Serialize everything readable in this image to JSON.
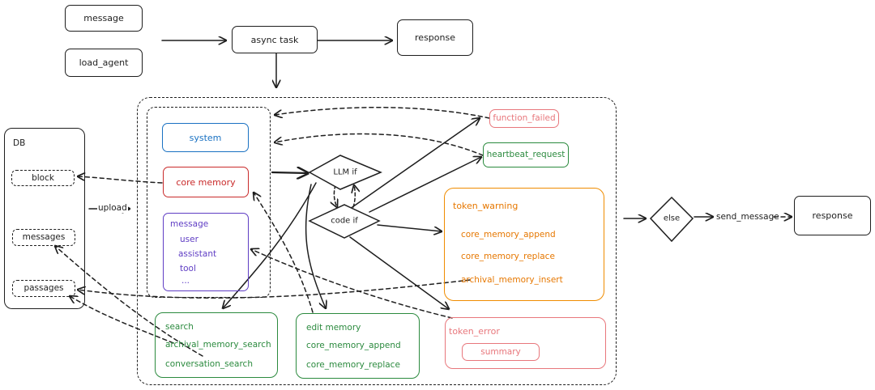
{
  "top": {
    "message": "message",
    "load_agent": "load_agent",
    "async_task": "async task",
    "response": "response"
  },
  "db": {
    "title": "DB",
    "block": "block",
    "messages": "messages",
    "passages": "passages",
    "upload": "upload"
  },
  "context": {
    "system": "system",
    "core_memory": "core memory",
    "message_title": "message",
    "message_items": [
      "user",
      "assistant",
      "tool",
      "..."
    ]
  },
  "decisions": {
    "llm": "LLM if",
    "code": "code if",
    "else": "else"
  },
  "outcomes": {
    "function_failed": "function_failed",
    "heartbeat_request": "heartbeat_request",
    "token_warning": {
      "title": "token_warning",
      "items": [
        "core_memory_append",
        "core_memory_replace",
        "archival_memory_insert"
      ]
    },
    "token_error": {
      "title": "token_error",
      "summary": "summary"
    }
  },
  "tools": {
    "search": {
      "items": [
        "search",
        "archival_memory_search",
        "conversation_search"
      ]
    },
    "edit": {
      "items": [
        "edit memory",
        "core_memory_append",
        "core_memory_replace"
      ]
    }
  },
  "right": {
    "send_message": "send_message",
    "response": "response"
  },
  "colors": {
    "blue": "#1971c2",
    "red": "#c92a2a",
    "purple": "#5f3dc4",
    "green": "#2b8a3e",
    "orange": "#f08c00",
    "pink": "#e8777c"
  }
}
